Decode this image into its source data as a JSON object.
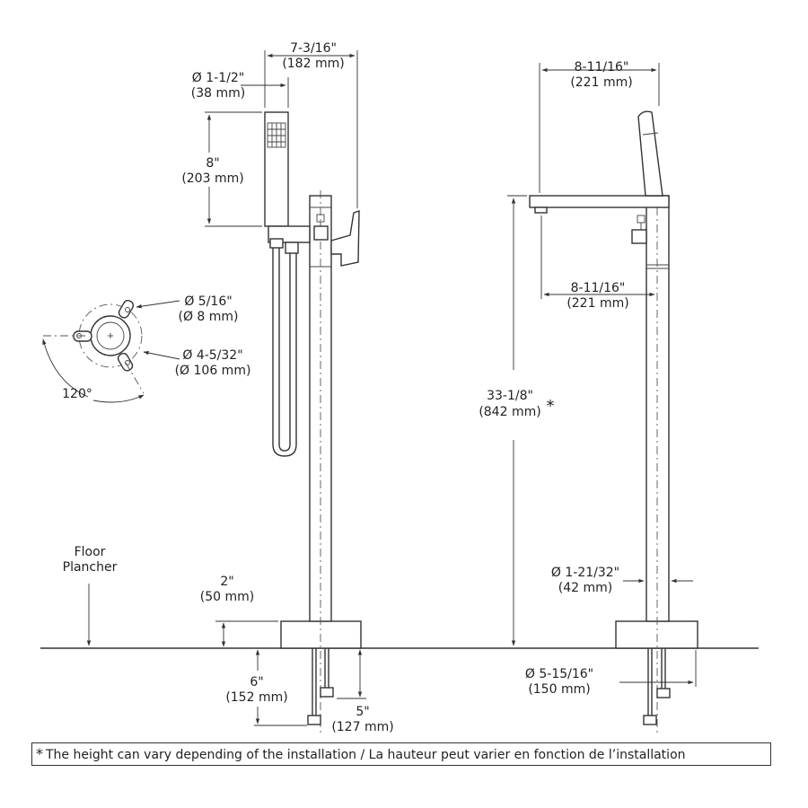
{
  "labels": {
    "top_width": [
      "7-3/16\"",
      "(182 mm)"
    ],
    "handshower_dia": [
      "Ø 1-1/2\"",
      "(38 mm)"
    ],
    "handshower_len": [
      "8\"",
      "(203 mm)"
    ],
    "bolt_dia": [
      "Ø 5/16\"",
      "(Ø 8 mm)"
    ],
    "flange_dia": [
      "Ø 4-5/32\"",
      "(Ø 106 mm)"
    ],
    "angle": "120°",
    "floor": [
      "Floor",
      "Plancher"
    ],
    "base_height": [
      "2\"",
      "(50 mm)"
    ],
    "below_floor_long": [
      "6\"",
      "(152 mm)"
    ],
    "below_floor_short": [
      "5\"",
      "(127 mm)"
    ],
    "side_top_width": [
      "8-11/16\"",
      "(221 mm)"
    ],
    "spout_reach": [
      "8-11/16\"",
      "(221 mm)"
    ],
    "total_height": [
      "33-1/8\"",
      "(842 mm)"
    ],
    "height_star": "*",
    "column_dia": [
      "Ø 1-21/32\"",
      "(42 mm)"
    ],
    "base_dia": [
      "Ø 5-15/16\"",
      "(150 mm)"
    ]
  },
  "footnote": {
    "star": "*",
    "text": "The height can vary depending of the installation / La hauteur peut varier en fonction de l’installation"
  }
}
